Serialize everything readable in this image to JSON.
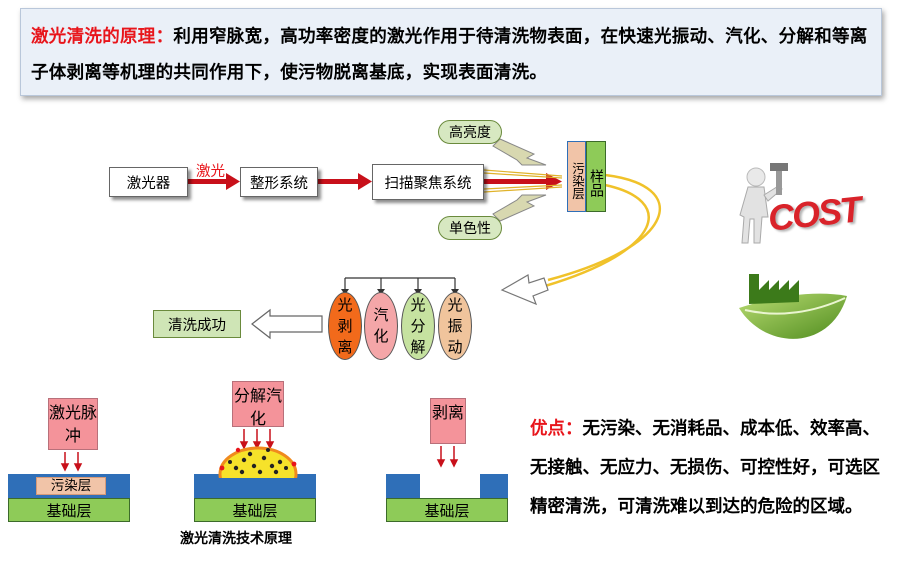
{
  "principle": {
    "label": "激光清洗的原理：",
    "text": "利用窄脉宽，高功率密度的激光作用于待清洗物表面，在快速光振动、汽化、分解和等离子体剥离等机理的共同作用下，使污物脱离基底，实现表面清洗。"
  },
  "flow": {
    "laser": "激光器",
    "arrow_label": "激光",
    "shaping": "整形系统",
    "scan_focus": "扫描聚焦系统",
    "high_brightness": "高亮度",
    "monochromatic": "单色性",
    "sample_layer": "污染层",
    "sample": "样品",
    "success": "清洗成功",
    "mechanisms": [
      "光剥离",
      "汽化",
      "光分解",
      "光振动"
    ]
  },
  "bottom": {
    "pulse_tag": "激光脉冲",
    "pollution_layer": "污染层",
    "base_layer": "基础层",
    "decomp_tag": "分解汽化",
    "peel_tag": "剥离",
    "caption": "激光清洗技术原理"
  },
  "advantages": {
    "label": "优点：",
    "text": "无污染、无消耗品、成本低、效率高、无接触、无应力、无损伤、可控性好，可选区精密清洗，可清洗难以到达的危险的区域。"
  },
  "icons": {
    "cost": "COST",
    "eco": "factory-leaf-icon"
  },
  "colors": {
    "accent_red": "#e8151b",
    "oval1": "#f26a1b",
    "oval2": "#f4a6a8",
    "oval3": "#c6e2a0",
    "oval4": "#f0c49c",
    "base_green": "#8ecb58",
    "blue": "#2f6fb8"
  }
}
